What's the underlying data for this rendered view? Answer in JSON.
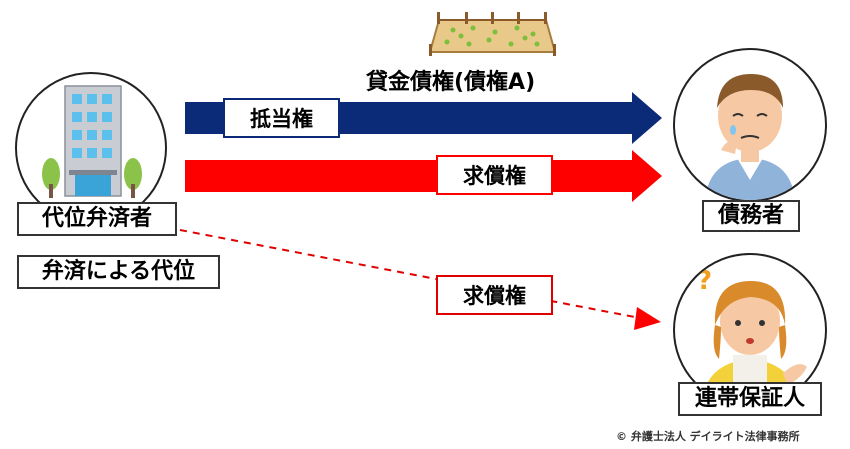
{
  "loan": {
    "label": "貸金債権(債権A)"
  },
  "subrogee": {
    "label": "代位弁済者",
    "sub_label": "弁済による代位"
  },
  "debtor": {
    "label": "債務者"
  },
  "guarantor": {
    "label": "連帯保証人"
  },
  "arrows": {
    "mortgage": {
      "label": "抵当権",
      "color": "#0b2a78"
    },
    "reimbursement": {
      "label": "求償権",
      "color": "#ff0000"
    },
    "reimbursement_guarantor": {
      "label": "求償権",
      "color": "#e00000"
    }
  },
  "credit": "© 弁護士法人 デイライト法律事務所"
}
